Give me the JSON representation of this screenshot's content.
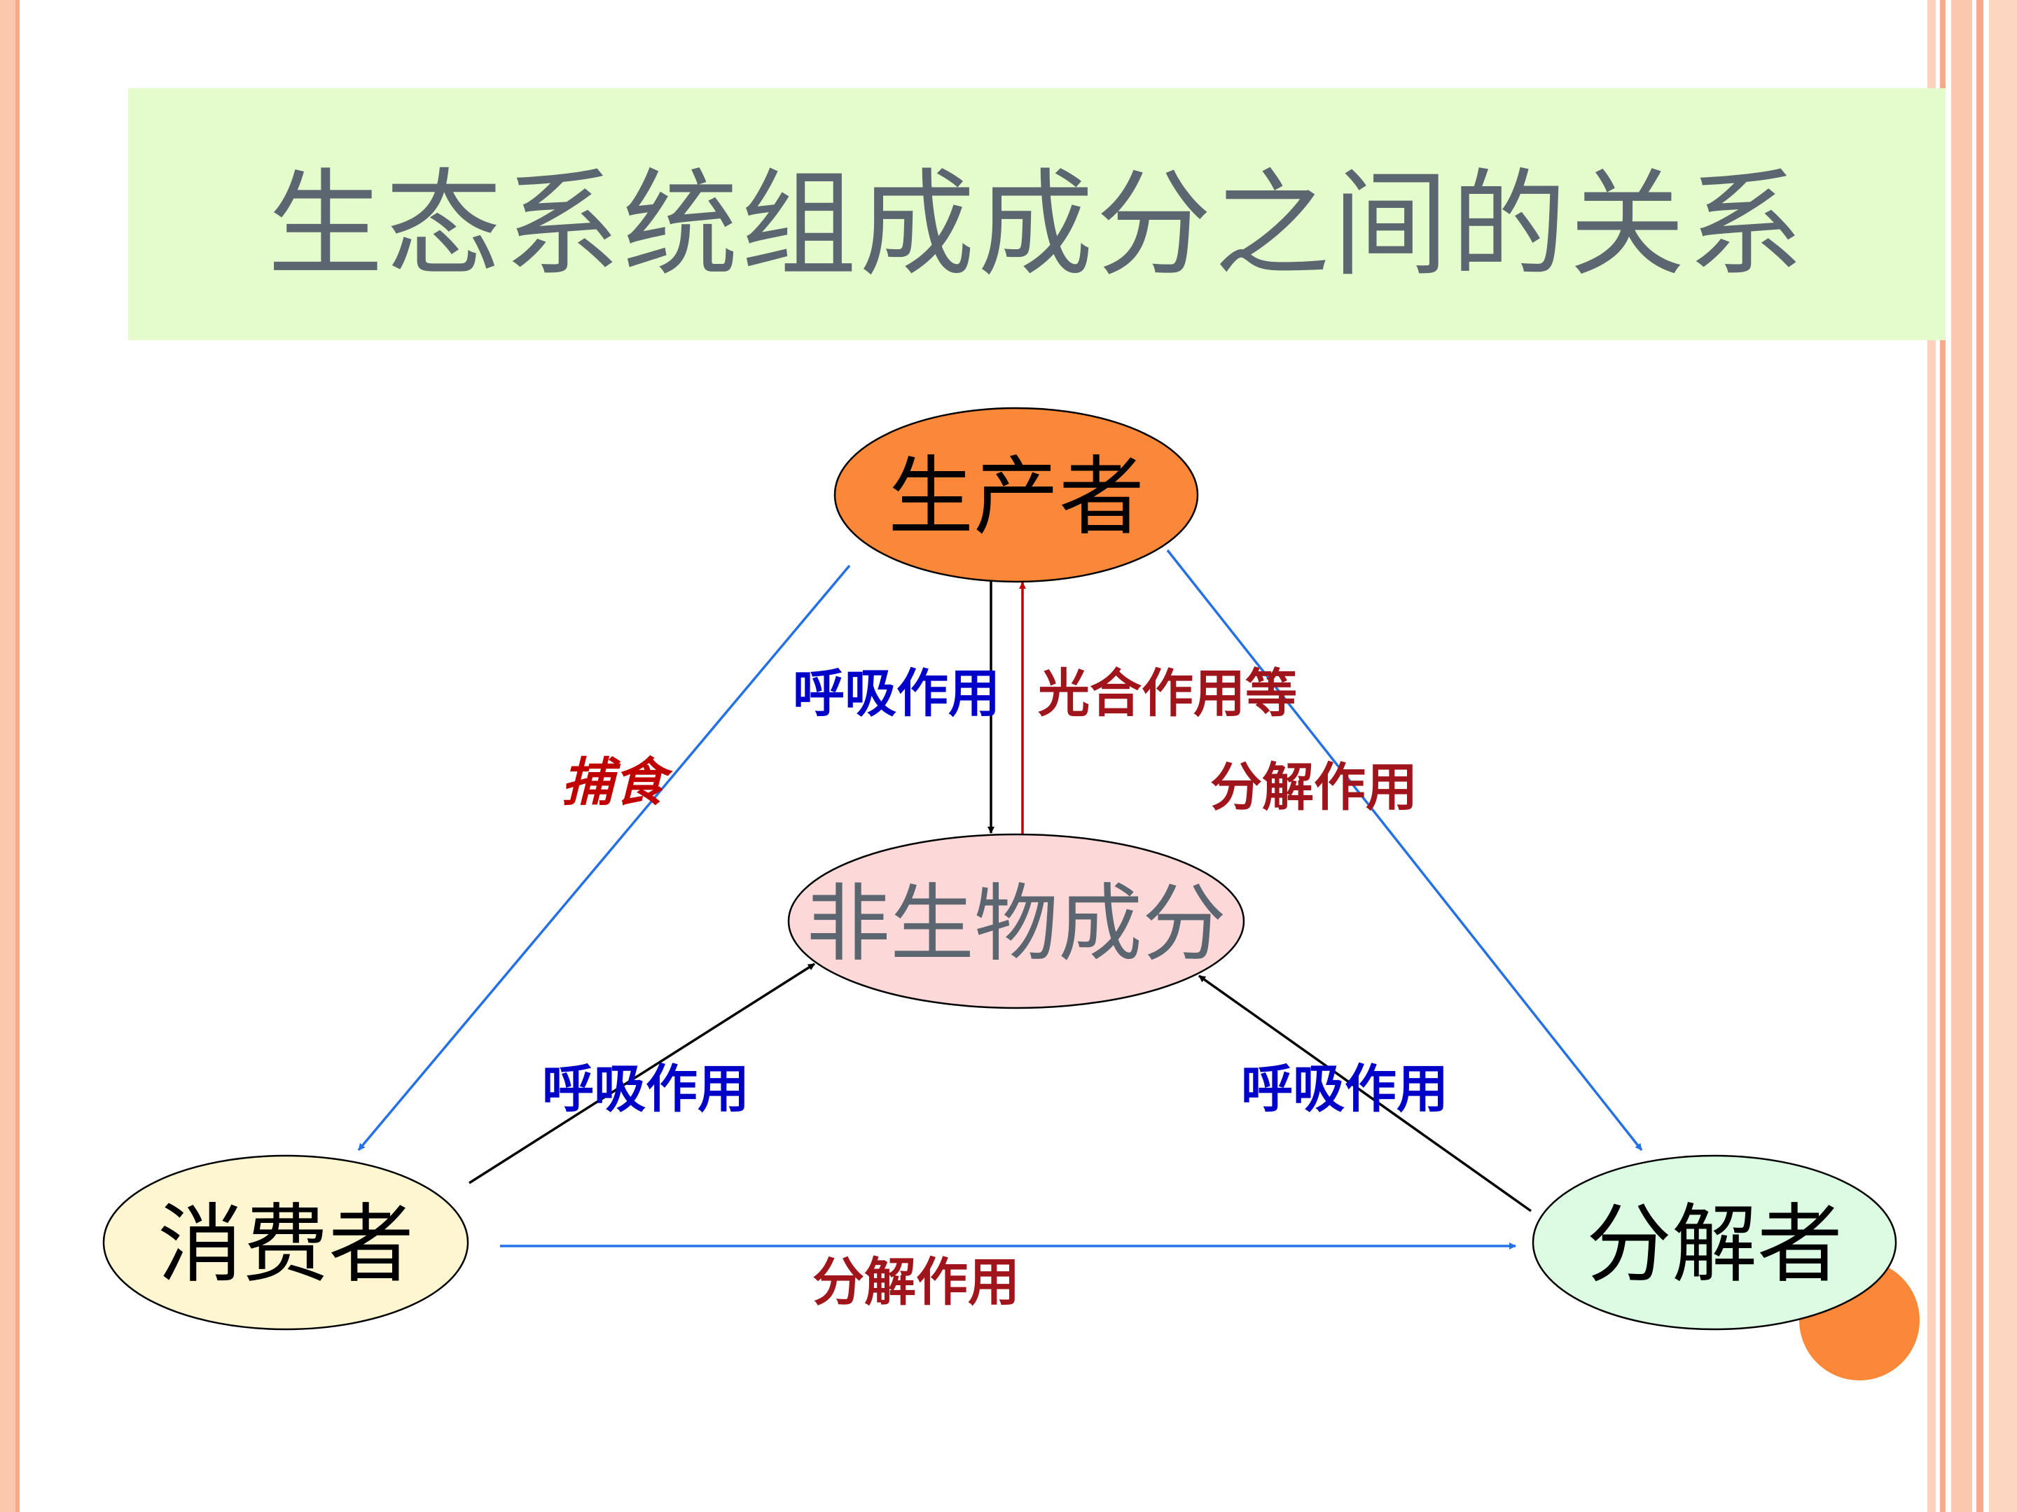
{
  "title": "生态系统组成成分之间的关系",
  "nodes": {
    "producer": "生产者",
    "abiotic": "非生物成分",
    "consumer": "消费者",
    "decomposer": "分解者"
  },
  "edge_labels": {
    "producer_respiration": "呼吸作用",
    "photosynthesis": "光合作用等",
    "predation": "捕食",
    "producer_decomposition": "分解作用",
    "consumer_respiration": "呼吸作用",
    "decomposer_respiration": "呼吸作用",
    "consumer_decomposition": "分解作用"
  },
  "colors": {
    "producer_fill": "#fb8838",
    "abiotic_fill": "#fdd8d8",
    "consumer_fill": "#fdf6d1",
    "decomposer_fill": "#dbfbe3",
    "title_band": "#e4fccb",
    "blue_label": "#0000c8",
    "dark_red_label": "#a0151c",
    "red_arrow": "#c00000",
    "blue_arrow": "#2470e6",
    "accent_circle": "#fb8838"
  }
}
